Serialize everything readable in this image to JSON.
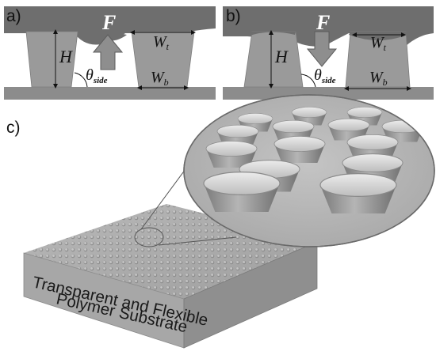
{
  "panels": {
    "a": {
      "label": "a)",
      "force": "F",
      "height": "H",
      "top_width": "W",
      "top_width_sub": "t",
      "bottom_width": "W",
      "bottom_width_sub": "b",
      "angle": "θ",
      "angle_sub": "side",
      "force_direction": "up"
    },
    "b": {
      "label": "b)",
      "force": "F",
      "height": "H",
      "top_width": "W",
      "top_width_sub": "t",
      "bottom_width": "W",
      "bottom_width_sub": "b",
      "angle": "θ",
      "angle_sub": "side",
      "force_direction": "down"
    },
    "c": {
      "label": "c)",
      "substrate_line1": "Transparent and Flexible",
      "substrate_line2": "Polymer Substrate"
    }
  },
  "colors": {
    "top_surface": "#6e6e6e",
    "pillar": "#9a9a9a",
    "base": "#8c8c8c",
    "arrow": "#8e8e8e",
    "magnifier": "#b8b8b8"
  }
}
